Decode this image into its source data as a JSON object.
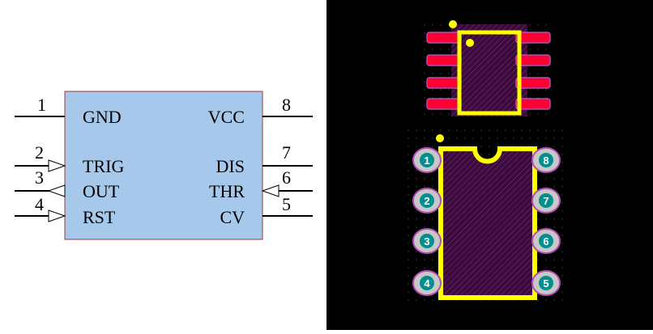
{
  "schematic": {
    "body_color": "#a6c8ea",
    "left_pins": [
      {
        "number": "1",
        "label": "GND",
        "arrow": "none"
      },
      {
        "number": "2",
        "label": "TRIG",
        "arrow": "input"
      },
      {
        "number": "3",
        "label": "OUT",
        "arrow": "output"
      },
      {
        "number": "4",
        "label": "RST",
        "arrow": "input"
      }
    ],
    "right_pins": [
      {
        "number": "8",
        "label": "VCC",
        "arrow": "none"
      },
      {
        "number": "7",
        "label": "DIS",
        "arrow": "none"
      },
      {
        "number": "6",
        "label": "THR",
        "arrow": "input"
      },
      {
        "number": "5",
        "label": "CV",
        "arrow": "none"
      }
    ]
  },
  "footprint": {
    "silkscreen_color": "#ffff00",
    "pad_color_smd": "#ff0033",
    "pad_color_tht": "#c8c8c8",
    "pad_label_color": "#008f8f",
    "tht_pads_left": [
      "1",
      "2",
      "3",
      "4"
    ],
    "tht_pads_right": [
      "8",
      "7",
      "6",
      "5"
    ]
  }
}
